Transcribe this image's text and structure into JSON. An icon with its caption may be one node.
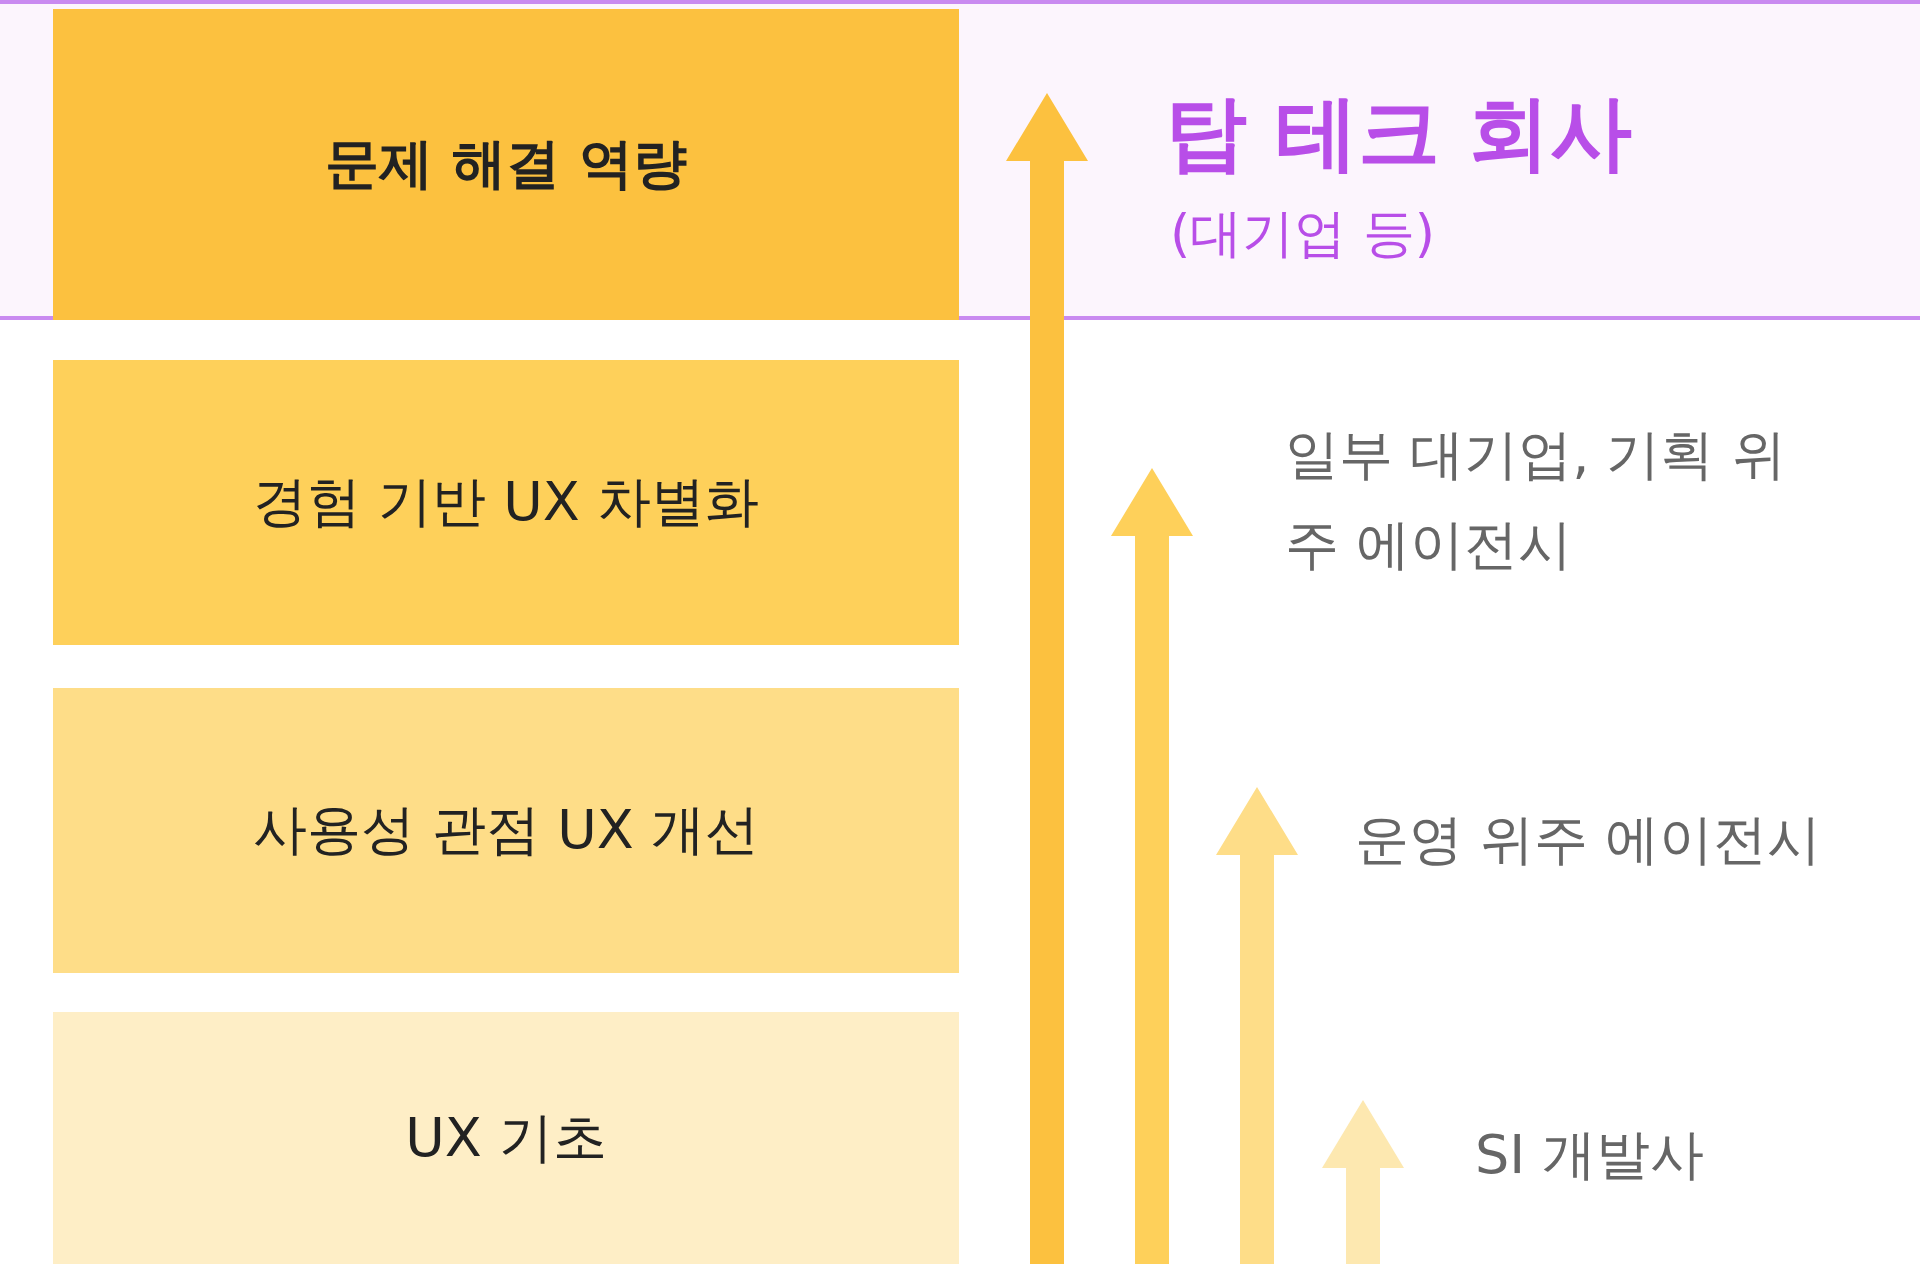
{
  "diagram": {
    "nodes": [
      {
        "text": [
          "탑 테크 회사",
          "(대기업 등)"
        ]
      },
      {
        "text": [
          "문제 해결 역량"
        ],
        "in": 0
      },
      {
        "text": [
          "경험 기반 UX 차별화"
        ]
      },
      {
        "text": [
          "사용성 관점 UX 개선"
        ]
      },
      {
        "text": [
          "UX 기초"
        ]
      }
    ],
    "labels": [
      "일부 대기업, 기획 위주 에이전시",
      "운영 위주 에이전시",
      "SI 개발사"
    ]
  }
}
